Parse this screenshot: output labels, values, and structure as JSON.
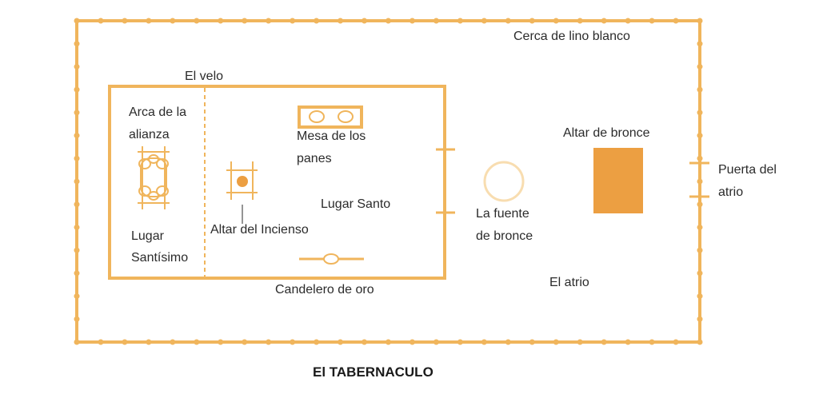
{
  "colors": {
    "accent": "#f0b55c",
    "fill": "#ec9f42",
    "text": "#2b2b2b",
    "background": "#ffffff"
  },
  "diagram": {
    "title": "El TABERNACULO",
    "labels": {
      "fence": "Cerca de lino blanco",
      "veil": "El velo",
      "ark_line1": "Arca de la",
      "ark_line2": "alianza",
      "table_line1": "Mesa de los",
      "table_line2": "panes",
      "holy_place": "Lugar Santo",
      "incense_altar": "Altar del Incienso",
      "holiest_line1": "Lugar",
      "holiest_line2": "Santísimo",
      "lampstand": "Candelero de oro",
      "laver_line1": "La fuente",
      "laver_line2": "de bronce",
      "bronze_altar": "Altar de bronce",
      "gate_line1": "Puerta del",
      "gate_line2": "atrio",
      "court": "El atrio"
    }
  }
}
